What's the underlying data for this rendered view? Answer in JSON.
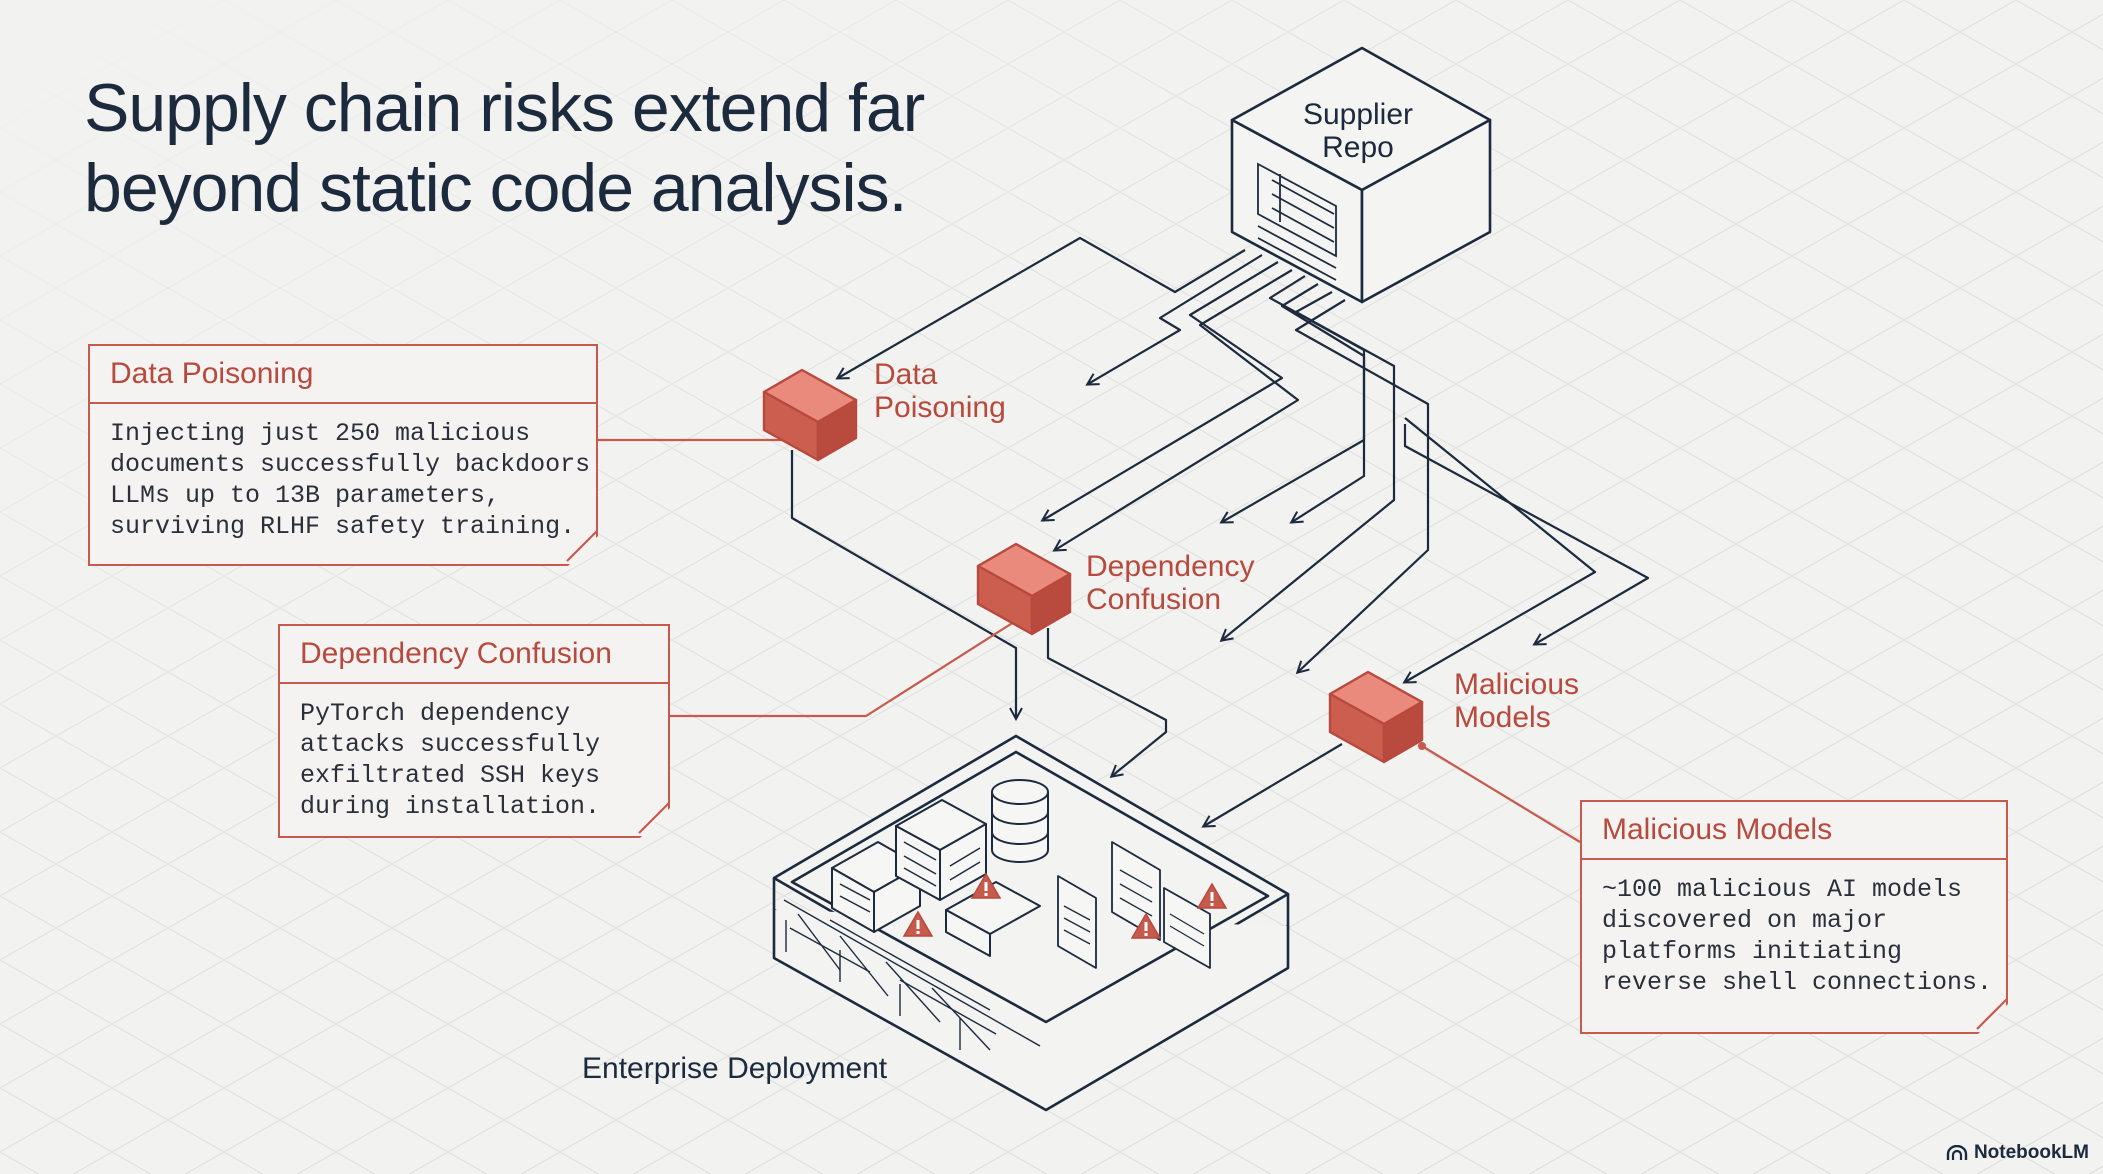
{
  "title": {
    "line1": "Supply chain risks extend far",
    "line2": "beyond static code analysis."
  },
  "diagram": {
    "supplier_repo": {
      "line1": "Supplier",
      "line2": "Repo"
    },
    "nodes": {
      "data_poisoning": {
        "line1": "Data",
        "line2": "Poisoning"
      },
      "dependency_confusion": {
        "line1": "Dependency",
        "line2": "Confusion"
      },
      "malicious_models": {
        "line1": "Malicious",
        "line2": "Models"
      }
    },
    "enterprise_deployment": "Enterprise Deployment"
  },
  "cards": {
    "data_poisoning": {
      "title": "Data Poisoning",
      "lines": [
        "Injecting just 250 malicious",
        "documents successfully backdoors",
        "LLMs up to 13B parameters,",
        "surviving RLHF safety training."
      ]
    },
    "dependency_confusion": {
      "title": "Dependency Confusion",
      "lines": [
        "PyTorch dependency",
        "attacks successfully",
        "exfiltrated SSH keys",
        "during installation."
      ]
    },
    "malicious_models": {
      "title": "Malicious Models",
      "lines": [
        "~100 malicious AI models",
        "discovered on major",
        "platforms initiating",
        "reverse shell connections."
      ]
    }
  },
  "brand": "NotebookLM",
  "colors": {
    "ink": "#1c2a3e",
    "accent": "#c65a4c",
    "accent_text": "#b8493d",
    "background": "#f2f2f0",
    "grid": "#dcdcdc"
  },
  "icons": {
    "node": "isometric-box-icon",
    "warning": "warning-triangle-icon",
    "brand": "notebooklm-logo-icon"
  }
}
